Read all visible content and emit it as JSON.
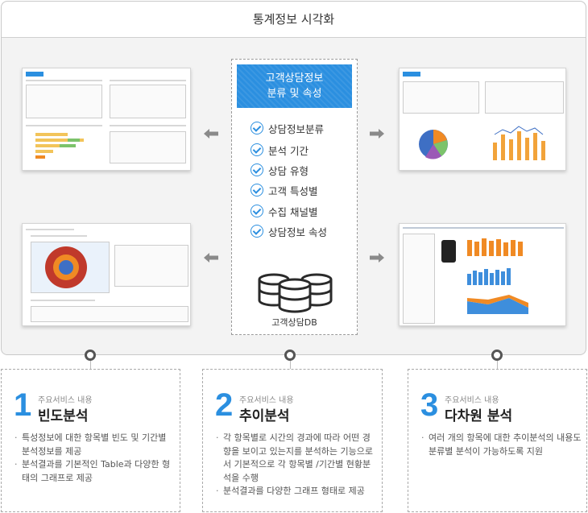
{
  "title": "통계정보 시각화",
  "center": {
    "heading_line1": "고객상담정보",
    "heading_line2": "분류 및 속성",
    "features": [
      "상담정보분류",
      "분석 기간",
      "상담 유형",
      "고객 특성별",
      "수집 채널별",
      "상담정보 속성"
    ],
    "db_label": "고객상담DB"
  },
  "colors": {
    "accent": "#2b8fe0",
    "orange": "#f08a24",
    "frame_bg": "#f3f3f3"
  },
  "cards": [
    {
      "number": "1",
      "sub": "주요서비스 내용",
      "name": "빈도분석",
      "bullets": [
        "특성정보에 대한 항목별 빈도 및 기간별 분석정보를 제공",
        "분석결과를 기본적인 Table과 다양한 형태의 그래프로 제공"
      ]
    },
    {
      "number": "2",
      "sub": "주요서비스 내용",
      "name": "추이분석",
      "bullets": [
        "각 항목별로 시간의 경과에 따라 어떤 경향을 보이고 있는지를 분석하는 기능으로서 기본적으로 각 항목별 /기간별 현황분석을 수행",
        "분석결과를 다양한 그래프 형태로 제공"
      ]
    },
    {
      "number": "3",
      "sub": "주요서비스 내용",
      "name": "다차원 분석",
      "bullets": [
        "여러 개의 항목에 대한 추이분석의 내용도 분류별 분석이 가능하도록 지원"
      ]
    }
  ]
}
